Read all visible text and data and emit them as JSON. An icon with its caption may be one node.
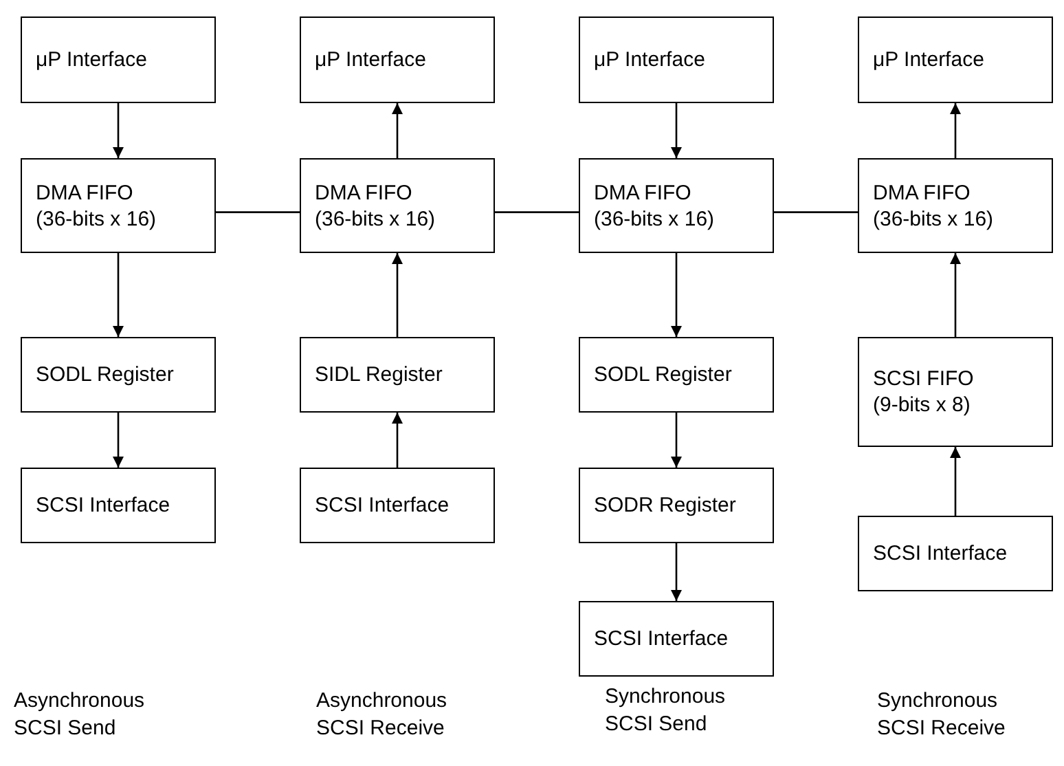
{
  "diagram": {
    "nodes": [
      {
        "text": [
          "μP Interface"
        ]
      },
      {
        "text": [
          "μP Interface"
        ]
      },
      {
        "text": [
          "μP Interface"
        ]
      },
      {
        "text": [
          "μP Interface"
        ]
      },
      {
        "text": [
          "DMA FIFO",
          "(36-bits x 16)"
        ]
      },
      {
        "text": [
          "DMA FIFO",
          "(36-bits x 16)"
        ]
      },
      {
        "text": [
          "DMA FIFO",
          "(36-bits x 16)"
        ]
      },
      {
        "text": [
          "DMA FIFO",
          "(36-bits x 16)"
        ]
      },
      {
        "text": [
          "SODL Register"
        ]
      },
      {
        "text": [
          "SIDL Register"
        ]
      },
      {
        "text": [
          "SODL Register"
        ]
      },
      {
        "text": [
          "SCSI FIFO",
          "(9-bits x 8)"
        ]
      },
      {
        "text": [
          "SCSI Interface"
        ]
      },
      {
        "text": [
          "SCSI Interface"
        ]
      },
      {
        "text": [
          "SODR Register"
        ]
      },
      {
        "text": [
          "SCSI Interface"
        ]
      },
      {
        "text": [
          "SCSI Interface"
        ]
      }
    ],
    "edges": [
      {
        "from": 0,
        "to": 4,
        "arrow": "to"
      },
      {
        "from": 4,
        "to": 8,
        "arrow": "to"
      },
      {
        "from": 8,
        "to": 12,
        "arrow": "to"
      },
      {
        "from": 5,
        "to": 1,
        "arrow": "to"
      },
      {
        "from": 9,
        "to": 5,
        "arrow": "to"
      },
      {
        "from": 13,
        "to": 9,
        "arrow": "to"
      },
      {
        "from": 2,
        "to": 6,
        "arrow": "to"
      },
      {
        "from": 6,
        "to": 10,
        "arrow": "to"
      },
      {
        "from": 10,
        "to": 14,
        "arrow": "to"
      },
      {
        "from": 14,
        "to": 16,
        "arrow": "to"
      },
      {
        "from": 7,
        "to": 3,
        "arrow": "to"
      },
      {
        "from": 11,
        "to": 7,
        "arrow": "to"
      },
      {
        "from": 15,
        "to": 11,
        "arrow": "to"
      },
      {
        "from": 4,
        "to": 5,
        "arrow": "none"
      },
      {
        "from": 5,
        "to": 6,
        "arrow": "none"
      },
      {
        "from": 6,
        "to": 7,
        "arrow": "none"
      }
    ],
    "labels": [
      "Asynchronous SCSI Send",
      "Asynchronous SCSI Receive",
      "Synchronous SCSI Send",
      "Synchronous SCSI Receive"
    ]
  }
}
